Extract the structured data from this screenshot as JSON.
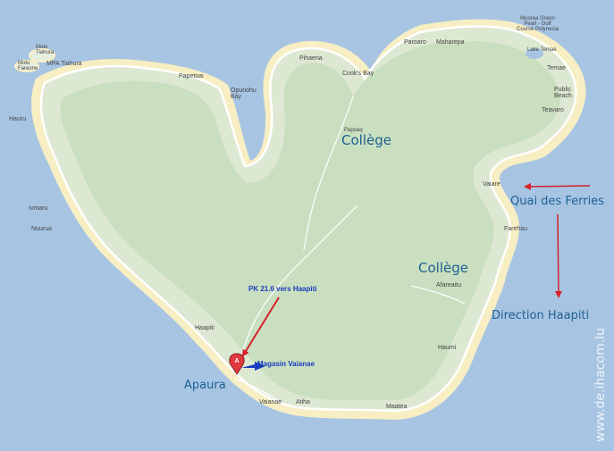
{
  "map": {
    "place_labels": {
      "motu_tiahura": "Motu\nTiahura",
      "motu_fareone": "Motu\nFareone",
      "mpa_tiahura": "MPA Tiahura",
      "papetoai": "Papetoai",
      "opunohu_bay": "Opunohu\nBay",
      "pihaena": "Pihaena",
      "cooks_bay": "Cook's Bay",
      "paroaro": "Paroaro",
      "maharepa": "Maharepa",
      "moorea_green_pearl": "Moorea Green\nPearl - Golf\nCourse Polynesia",
      "lake_temae": "Lake Temae",
      "temae": "Temae",
      "public_beach": "Public\nBeach",
      "teavaro": "Teavaro",
      "hauru": "Hauru",
      "papoaq": "Papoaq",
      "vaiare": "Vaiare",
      "ivmaru": "Ivmaru",
      "nuurua": "Nuurua",
      "farehau": "Farehau",
      "afareaitu": "Afareaitu",
      "haapiti": "Haapiti",
      "haumi": "Haumi",
      "vaianae": "Vaianae",
      "atiha": "Atiha",
      "maatea": "Maatea"
    },
    "annotations": {
      "college_north": "Collège",
      "college_east": "Collège",
      "quai_des_ferries": "Quai des Ferries",
      "direction_haapiti": "Direction Haapiti",
      "apaura": "Apaura",
      "pk_note": "PK 21.6 vers Haapiti",
      "magasin": "Magasin Vaianae"
    },
    "watermark": "www.de.ihacom.lu",
    "marker_letter": "A",
    "colors": {
      "ocean": "#a7c5e3",
      "land": "#e6ede0",
      "park": "#c9dfbf",
      "beach": "#f7eec3",
      "road": "#ffffff",
      "arrow": "#d8202a",
      "annotation_text": "#1f5f93",
      "note_text": "#1a3cc0"
    }
  }
}
